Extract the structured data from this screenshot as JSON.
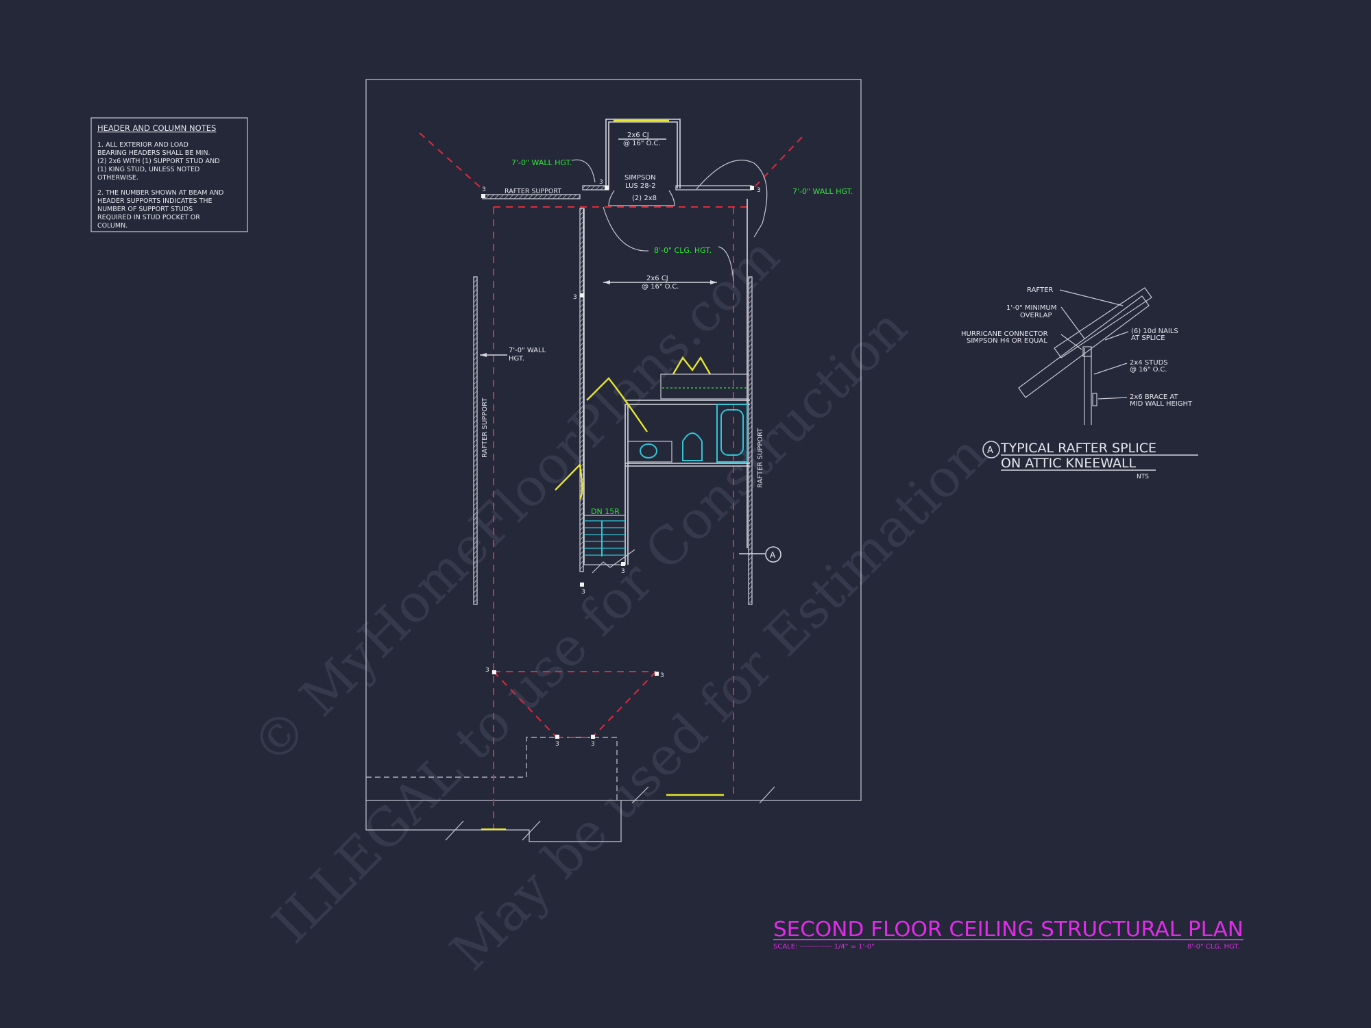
{
  "header_notes": {
    "title": "HEADER AND COLUMN NOTES",
    "note1": [
      "1. ALL EXTERIOR AND LOAD",
      "BEARING HEADERS SHALL BE MIN.",
      "(2) 2x6 WITH (1) SUPPORT STUD AND",
      "(1) KING STUD, UNLESS NOTED",
      "OTHERWISE."
    ],
    "note2": [
      "2. THE NUMBER SHOWN AT BEAM AND",
      "HEADER SUPPORTS INDICATES THE",
      "NUMBER OF SUPPORT STUDS",
      "REQUIRED IN STUD POCKET OR",
      "COLUMN."
    ]
  },
  "plan_labels": {
    "wall_hgt_left": "7'-0\" WALL HGT.",
    "wall_hgt_right": "7'-0\" WALL HGT.",
    "rafter_support_top": "RAFTER SUPPORT",
    "cj_top_line1": "2x6 CJ",
    "cj_top_line2": "@ 16\" O.C.",
    "simpson_line1": "SIMPSON",
    "simpson_line2": "LUS 28-2",
    "header_2x8": "(2) 2x8",
    "clg_hgt": "8'-0\" CLG. HGT.",
    "cj_main_line1": "2x6 CJ",
    "cj_main_line2": "@ 16\" O.C.",
    "wall_hgt_mid_line1": "7'-0\" WALL",
    "wall_hgt_mid_line2": "HGT.",
    "rafter_support_left": "RAFTER SUPPORT",
    "rafter_support_right": "RAFTER SUPPORT",
    "stair_label": "DN 15R",
    "section_tag": "A",
    "post_count": "3"
  },
  "detail": {
    "tag": "A",
    "title_line1": "TYPICAL RAFTER SPLICE",
    "title_line2": "ON ATTIC KNEEWALL",
    "scale": "NTS",
    "rafter": "RAFTER",
    "overlap_line1": "1'-0\" MINIMUM",
    "overlap_line2": "OVERLAP",
    "hurricane_line1": "HURRICANE CONNECTOR",
    "hurricane_line2": "SIMPSON H4 OR EQUAL",
    "nails_line1": "(6) 10d NAILS",
    "nails_line2": "AT SPLICE",
    "studs_line1": "2x4 STUDS",
    "studs_line2": "@ 16\" O.C.",
    "brace_line1": "2x6 BRACE AT",
    "brace_line2": "MID WALL HEIGHT"
  },
  "title_block": {
    "title": "SECOND FLOOR CEILING STRUCTURAL PLAN",
    "scale_label": "SCALE: ------------- 1/4\" = 1'-0\"",
    "clg_hgt": "8'-0\" CLG. HGT."
  },
  "watermark": {
    "line1": "© MyHomeFloorPlans.com",
    "line2": "ILLEGAL to use for Construction",
    "line3": "May be used for Estimation"
  },
  "colors": {
    "background": "#242839",
    "linework": "#d7d7e0",
    "green_text": "#31e639",
    "magenta_title": "#e22ce9",
    "red_dashed": "#e02a3a",
    "yellow_door": "#e8e62e",
    "cyan_fixture": "#2fc6d8"
  }
}
